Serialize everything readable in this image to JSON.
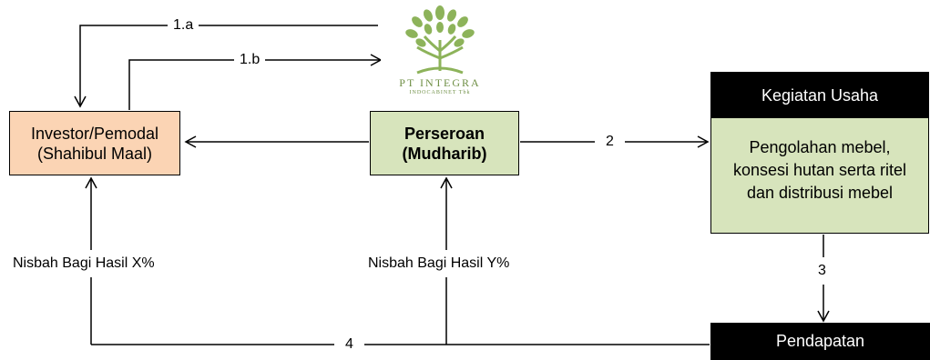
{
  "logo": {
    "company_name": "PT INTEGRA",
    "company_subname": "INDOCABINET Tbk",
    "color": "#8db35a"
  },
  "boxes": {
    "investor": {
      "line1": "Investor/Pemodal",
      "line2": "(Shahibul Maal)",
      "fill": "#fbd4b4"
    },
    "perseroan": {
      "line1": "Perseroan",
      "line2": "(Mudharib)",
      "fill": "#d7e4bc"
    },
    "kegiatan": {
      "header": "Kegiatan Usaha",
      "line1": "Pengolahan mebel,",
      "line2": "konsesi hutan serta ritel",
      "line3": "dan distribusi mebel",
      "fill": "#d7e4bc",
      "header_fill": "#000000"
    },
    "pendapatan": {
      "label": "Pendapatan",
      "fill": "#000000"
    }
  },
  "labels": {
    "nisbah_x": "Nisbah Bagi Hasil X%",
    "nisbah_y": "Nisbah Bagi Hasil Y%"
  },
  "steps": {
    "s1a": "1.a",
    "s1b": "1.b",
    "s2": "2",
    "s3": "3",
    "s4": "4"
  }
}
